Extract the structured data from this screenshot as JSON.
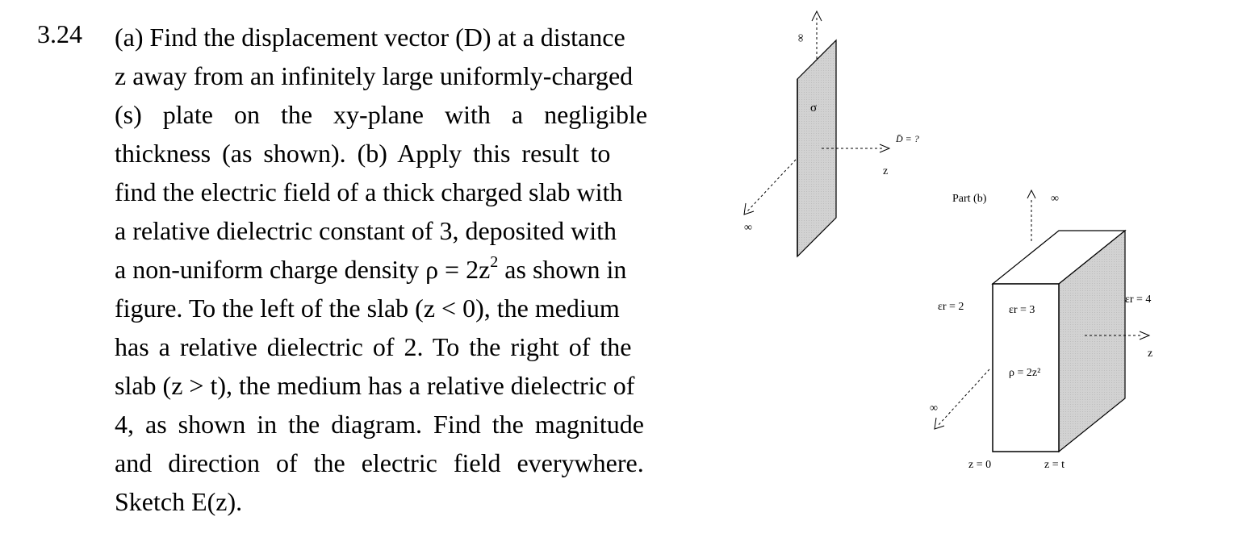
{
  "problem": {
    "number": "3.24",
    "lines": [
      "(a) Find the displacement vector (D) at a distance",
      "z away from an infinitely large uniformly-charged",
      "(s) plate on the xy-plane with a negligible",
      "thickness (as shown). (b) Apply this result to",
      "find the electric field of a thick charged slab with",
      "a relative dielectric constant of 3, deposited with",
      "a non-uniform charge density ρ = 2z",
      " as shown in",
      "figure. To the left of the slab (z < 0), the medium",
      "has a relative dielectric of 2. To the right of the",
      "slab (z > t), the medium has a relative dielectric of",
      "4, as shown in the diagram. Find the magnitude",
      "and direction of the electric field everywhere.",
      "Sketch E(z)."
    ],
    "exponent": "2"
  },
  "figure_a": {
    "infinity_top": "∞",
    "infinity_left": "∞",
    "sigma": "σ",
    "d_label": "D̄ = ?",
    "z_label": "z"
  },
  "figure_b": {
    "part_label": "Part (b)",
    "infinity_top": "∞",
    "infinity_left": "∞",
    "eps_left": "εr = 2",
    "eps_slab": "εr = 3",
    "eps_right": "εr = 4",
    "rho": "ρ = 2z²",
    "z_label": "z",
    "z0_label": "z = 0",
    "zt_label": "z = t"
  }
}
